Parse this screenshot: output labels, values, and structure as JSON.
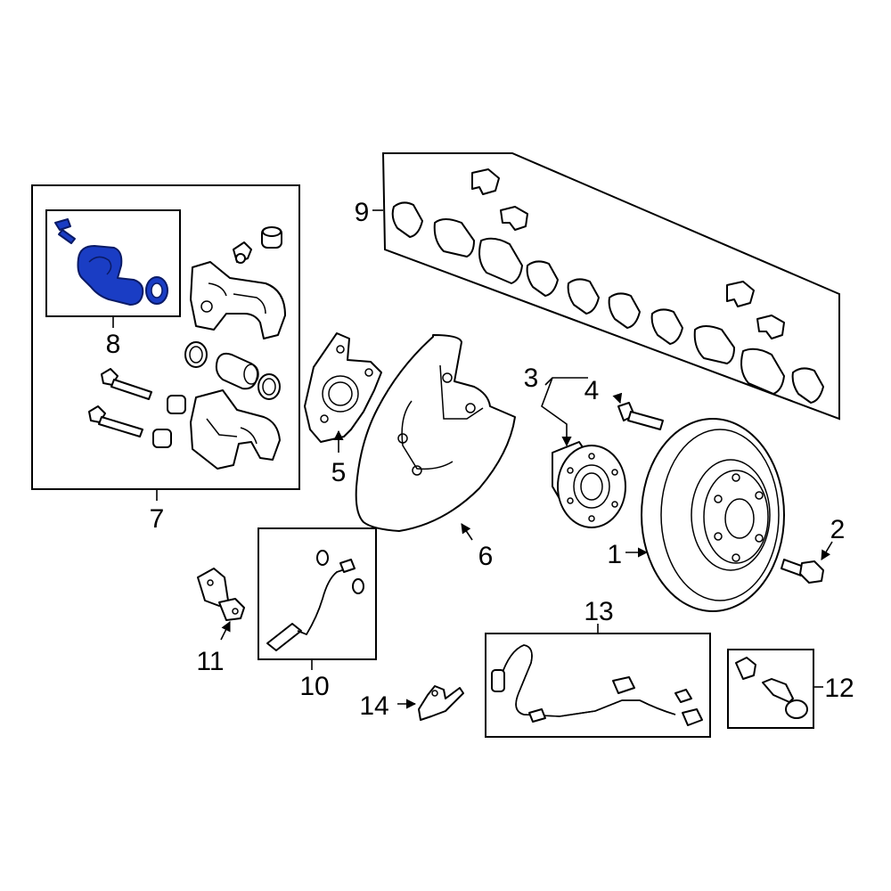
{
  "callouts": {
    "c1": "1",
    "c2": "2",
    "c3": "3",
    "c4": "4",
    "c5": "5",
    "c6": "6",
    "c7": "7",
    "c8": "8",
    "c9": "9",
    "c10": "10",
    "c11": "11",
    "c12": "12",
    "c13": "13",
    "c14": "14"
  },
  "highlighted_part": "8",
  "colors": {
    "line": "#000000",
    "highlight": "#1a3dc4",
    "background": "#ffffff"
  }
}
